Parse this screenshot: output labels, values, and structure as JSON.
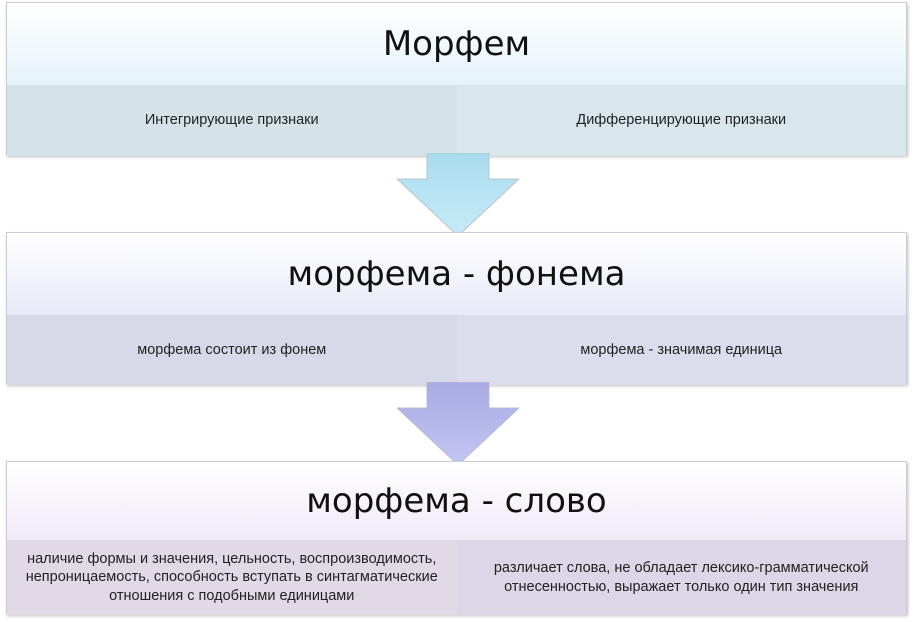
{
  "blocks": [
    {
      "title": "Морфем",
      "left": "Интегрирующие признаки",
      "right": "Дифференцирующие признаки"
    },
    {
      "title": "морфема - фонема",
      "left": "морфема состоит из фонем",
      "right": "морфема - значимая единица"
    },
    {
      "title": "морфема - слово",
      "left": "наличие формы и значения, цельность, воспроизводимость, непроницаемость, способность вступать в синтагматические отношения с подобными единицами",
      "right": "различает слова, не обладает лексико-грамматической отнесенностью, выражает только один тип значения"
    }
  ],
  "colors": {
    "arrow1": "#b4e2f3",
    "arrow2": "#b5b8ec"
  }
}
